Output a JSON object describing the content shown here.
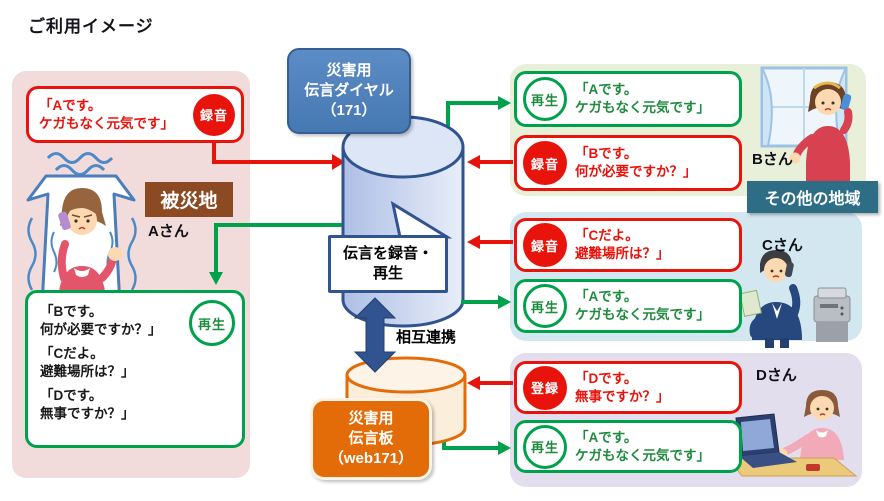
{
  "title": "ご利用イメージ",
  "colors": {
    "arrow_red": "#e8140c",
    "arrow_green": "#00a14b",
    "green_text": "#1f8b3e",
    "dial_box_blue": "#4f81bd",
    "cylinder_border_blue": "#31538f",
    "board_orange": "#e36c09",
    "region_brown": "#8b4a21",
    "region_teal": "#2d6d86",
    "panel_pink": "#f2dcdb",
    "panel_green": "#e9f0d9",
    "panel_blue": "#d3e7f1",
    "panel_purple": "#e2deed"
  },
  "center": {
    "dial_title": "災害用\n伝言ダイヤル\n（171）",
    "note": "伝言を録音・\n再生",
    "link_label": "相互連携",
    "board_title": "災害用\n伝言板\n（web171）"
  },
  "disaster_area": {
    "region_label": "被災地",
    "person_label": "Aさん",
    "record_box": {
      "badge": "録音",
      "text": "「Aです。\nケガもなく元気です」"
    },
    "play_box": {
      "badge": "再生",
      "messages": [
        "「Bです。\n何が必要ですか？」",
        "「Cだよ。\n避難場所は？」",
        "「Dです。\n無事ですか？」"
      ]
    }
  },
  "other_area": {
    "region_label": "その他の地域",
    "b": {
      "person_label": "Bさん",
      "play_box": {
        "badge": "再生",
        "text": "「Aです。\nケガもなく元気です」"
      },
      "record_box": {
        "badge": "録音",
        "text": "「Bです。\n何が必要ですか？」"
      }
    },
    "c": {
      "person_label": "Cさん",
      "record_box": {
        "badge": "録音",
        "text": "「Cだよ。\n避難場所は？」"
      },
      "play_box": {
        "badge": "再生",
        "text": "「Aです。\nケガもなく元気です」"
      }
    },
    "d": {
      "person_label": "Dさん",
      "record_box": {
        "badge": "登録",
        "text": "「Dです。\n無事ですか？」"
      },
      "play_box": {
        "badge": "再生",
        "text": "「Aです。\nケガもなく元気です」"
      }
    }
  }
}
